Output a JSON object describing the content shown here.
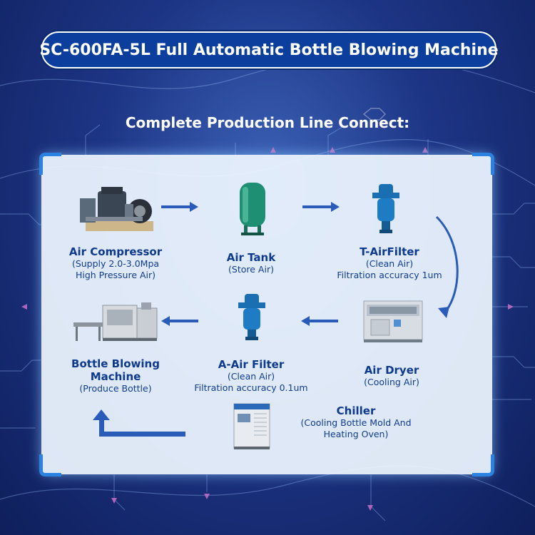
{
  "title": "SC-600FA-5L Full Automatic Bottle Blowing Machine",
  "subtitle": "Complete Production Line Connect:",
  "colors": {
    "accent": "#0c3e9e",
    "label": "#0d3a8c",
    "arrow": "#2a5bb8",
    "panel": "#eef6ff"
  },
  "equipment": [
    {
      "id": "air-compressor",
      "name": "Air Compressor",
      "desc": [
        "(Supply 2.0-3.0Mpa",
        "High Pressure Air)"
      ]
    },
    {
      "id": "air-tank",
      "name": "Air Tank",
      "desc": [
        "(Store Air)"
      ]
    },
    {
      "id": "t-air-filter",
      "name": "T-AirFilter",
      "desc": [
        "(Clean Air)",
        "Filtration accuracy 1um"
      ]
    },
    {
      "id": "air-dryer",
      "name": "Air Dryer",
      "desc": [
        "(Cooling Air)"
      ]
    },
    {
      "id": "a-air-filter",
      "name": "A-Air Filter",
      "desc": [
        "(Clean Air)",
        "Filtration accuracy 0.1um"
      ]
    },
    {
      "id": "bottle-blowing-machine",
      "name": [
        "Bottle Blowing",
        "Machine"
      ],
      "desc": [
        "(Produce Bottle)"
      ]
    },
    {
      "id": "chiller",
      "name": "Chiller",
      "desc": [
        "(Cooling Bottle Mold And",
        "Heating Oven)"
      ]
    }
  ]
}
